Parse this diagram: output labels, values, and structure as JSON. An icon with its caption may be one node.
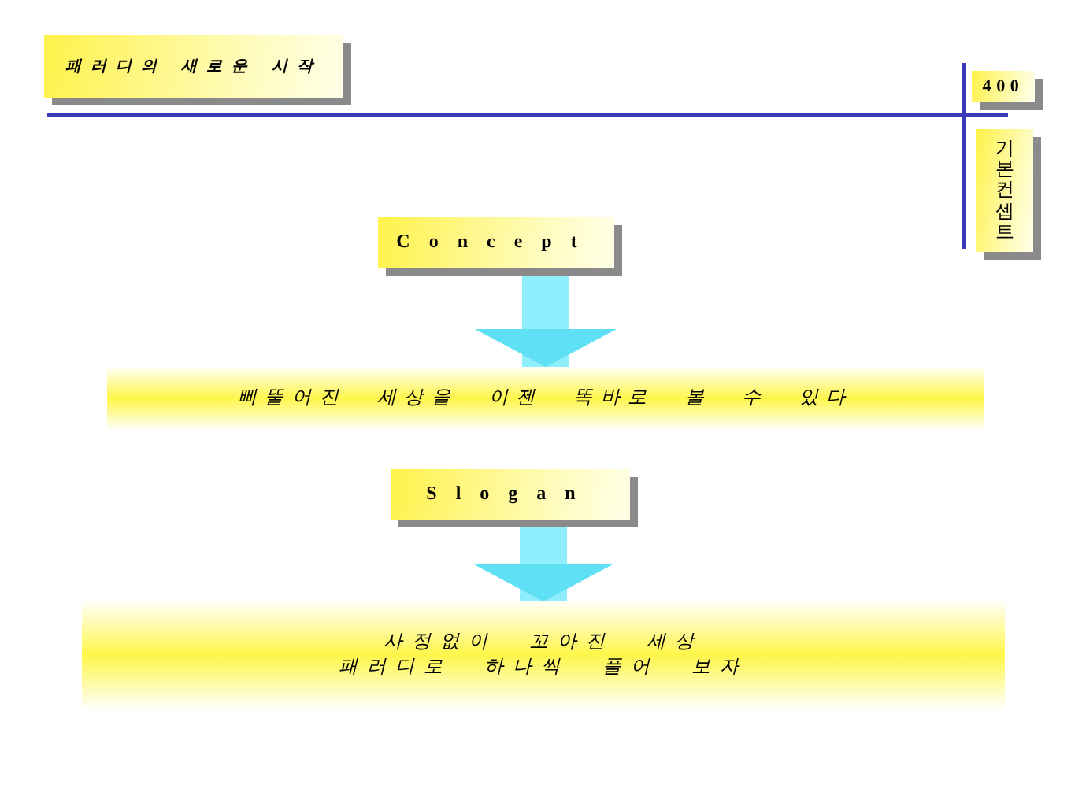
{
  "diagram": {
    "nodes": [
      {
        "text": [
          "패러디의 새로운 시작"
        ]
      },
      {
        "text": [
          "400"
        ]
      },
      {
        "text": [
          "기본컨셉트"
        ]
      },
      {
        "text": [
          "Concept"
        ]
      },
      {
        "text": [
          "삐뚤어진 세상을 이젠 똑바로 볼 수 있다"
        ]
      },
      {
        "text": [
          "Slogan"
        ]
      },
      {
        "text": [
          "사정없이 꼬아진 세상 패러디로 하나씩 풀어 보자"
        ]
      }
    ],
    "edges": [
      {
        "from": 3,
        "to": 4,
        "arrow": "to"
      },
      {
        "from": 5,
        "to": 6,
        "arrow": "to"
      }
    ]
  }
}
